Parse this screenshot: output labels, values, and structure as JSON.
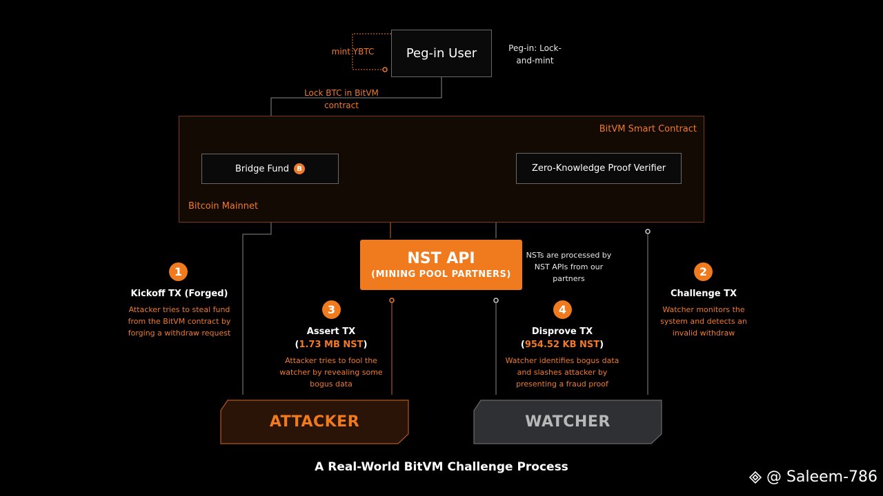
{
  "peg_user": {
    "label": "Peg-in User",
    "note": "Peg-in: Lock-and-mint",
    "mint_label": "mint YBTC"
  },
  "lock_label": "Lock BTC in BitVM contract",
  "contract": {
    "title": "BitVM Smart Contract",
    "network": "Bitcoin Mainnet"
  },
  "bridge_fund": {
    "label": "Bridge Fund",
    "icon": "bitcoin-icon",
    "icon_glyph": "B"
  },
  "zk_verifier": {
    "label": "Zero-Knowledge Proof Verifier"
  },
  "nst_api": {
    "title": "NST API",
    "subtitle": "(MINING POOL PARTNERS)",
    "note": "NSTs are processed by NST APIs from our partners"
  },
  "steps": [
    {
      "number": "1",
      "title": "Kickoff TX (Forged)",
      "description": "Attacker tries to steal fund from the BitVM contract by forging a withdraw request"
    },
    {
      "number": "2",
      "title": "Challenge TX",
      "description": "Watcher monitors the system and detects an invalid withdraw"
    },
    {
      "number": "3",
      "title": "Assert TX",
      "size": "1.73 MB NST",
      "description": "Attacker tries to fool the watcher by revealing some bogus data"
    },
    {
      "number": "4",
      "title": "Disprove TX",
      "size": "954.52 KB NST",
      "description": "Watcher identifies bogus data and slashes attacker by presenting a fraud proof"
    }
  ],
  "actors": {
    "attacker": "ATTACKER",
    "watcher": "WATCHER"
  },
  "caption": "A Real-World BitVM Challenge Process",
  "watermark": {
    "text": "@ Saleem-786",
    "icon": "binance-square-icon"
  },
  "colors": {
    "accent": "#f07a1e",
    "background": "#000000",
    "attacker_fill": "#2a1408",
    "watcher_fill": "#2f3033"
  }
}
